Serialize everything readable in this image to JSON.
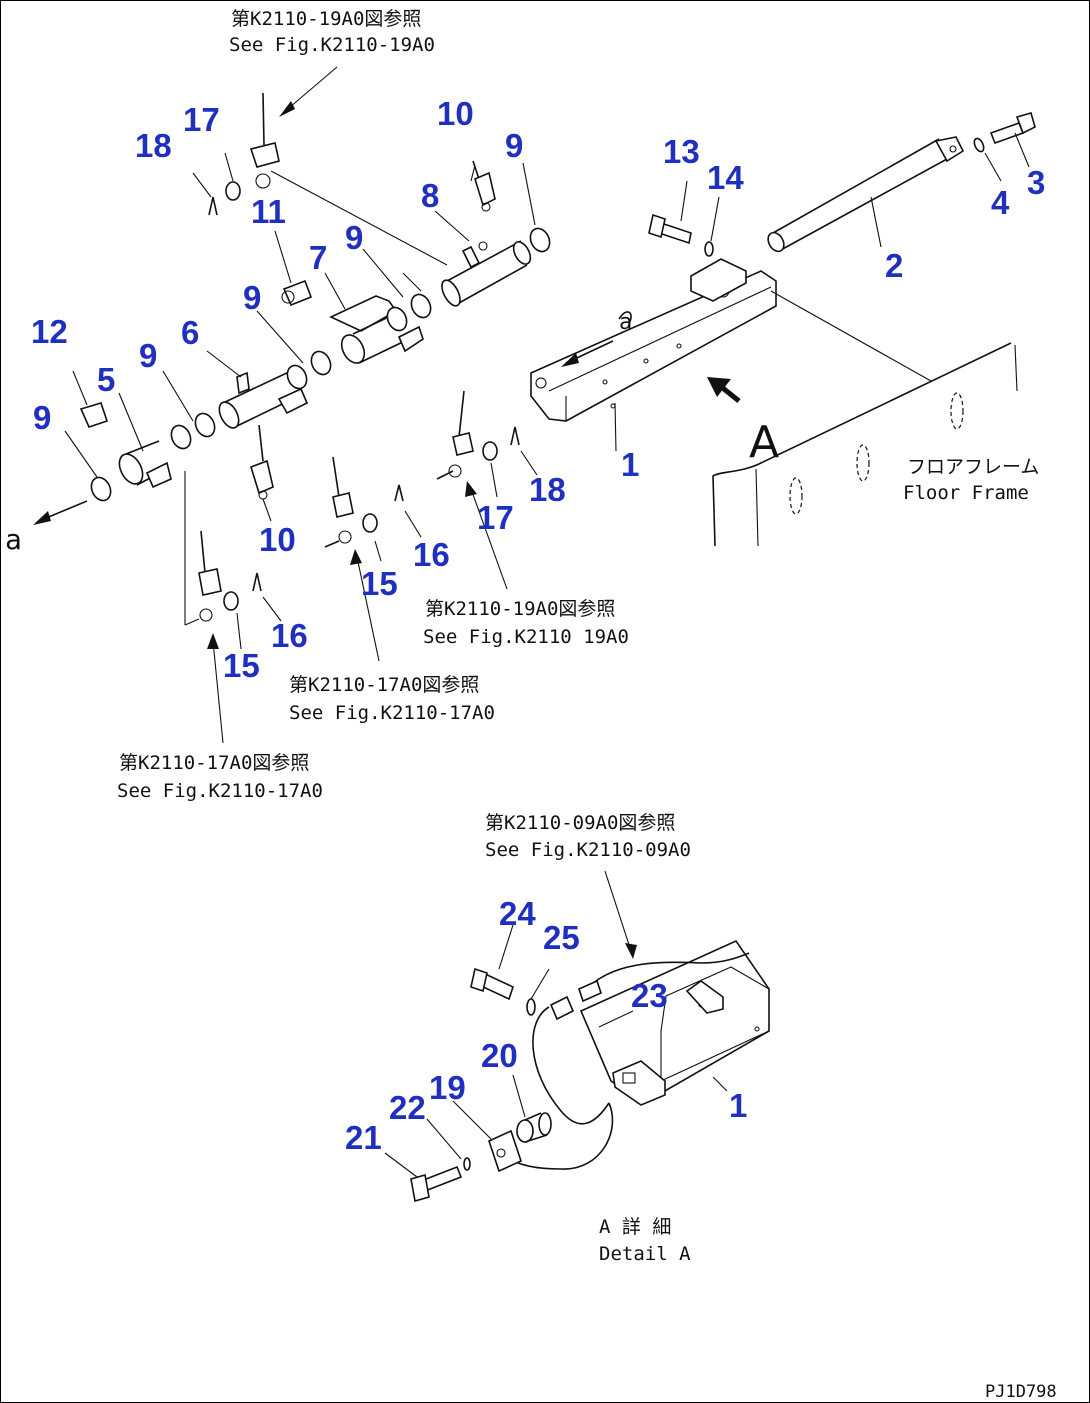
{
  "drawing_id": "PJ1D798",
  "callouts": [
    {
      "n": "1"
    },
    {
      "n": "2"
    },
    {
      "n": "3"
    },
    {
      "n": "4"
    },
    {
      "n": "5"
    },
    {
      "n": "6"
    },
    {
      "n": "7"
    },
    {
      "n": "8"
    },
    {
      "n": "9"
    },
    {
      "n": "9"
    },
    {
      "n": "9"
    },
    {
      "n": "9"
    },
    {
      "n": "9"
    },
    {
      "n": "10"
    },
    {
      "n": "10"
    },
    {
      "n": "11"
    },
    {
      "n": "12"
    },
    {
      "n": "13"
    },
    {
      "n": "14"
    },
    {
      "n": "15"
    },
    {
      "n": "15"
    },
    {
      "n": "16"
    },
    {
      "n": "16"
    },
    {
      "n": "17"
    },
    {
      "n": "17"
    },
    {
      "n": "18"
    },
    {
      "n": "18"
    },
    {
      "n": "19"
    },
    {
      "n": "20"
    },
    {
      "n": "21"
    },
    {
      "n": "22"
    },
    {
      "n": "23"
    },
    {
      "n": "24"
    },
    {
      "n": "25"
    },
    {
      "n": "1"
    }
  ],
  "references": [
    {
      "jp": "第K2110-19A0図参照",
      "en": "See Fig.K2110-19A0"
    },
    {
      "jp": "第K2110-19A0図参照",
      "en": "See Fig.K2110 19A0"
    },
    {
      "jp": "第K2110-17A0図参照",
      "en": "See Fig.K2110-17A0"
    },
    {
      "jp": "第K2110-17A0図参照",
      "en": "See Fig.K2110-17A0"
    },
    {
      "jp": "第K2110-09A0図参照",
      "en": "See Fig.K2110-09A0"
    }
  ],
  "floor_frame": {
    "jp": "フロアフレーム",
    "en": "Floor Frame"
  },
  "detail": {
    "jp": "A 詳 細",
    "en": "Detail A"
  },
  "view_letter": "A",
  "arrow_letter_upper": "a",
  "arrow_letter_lower": "a"
}
